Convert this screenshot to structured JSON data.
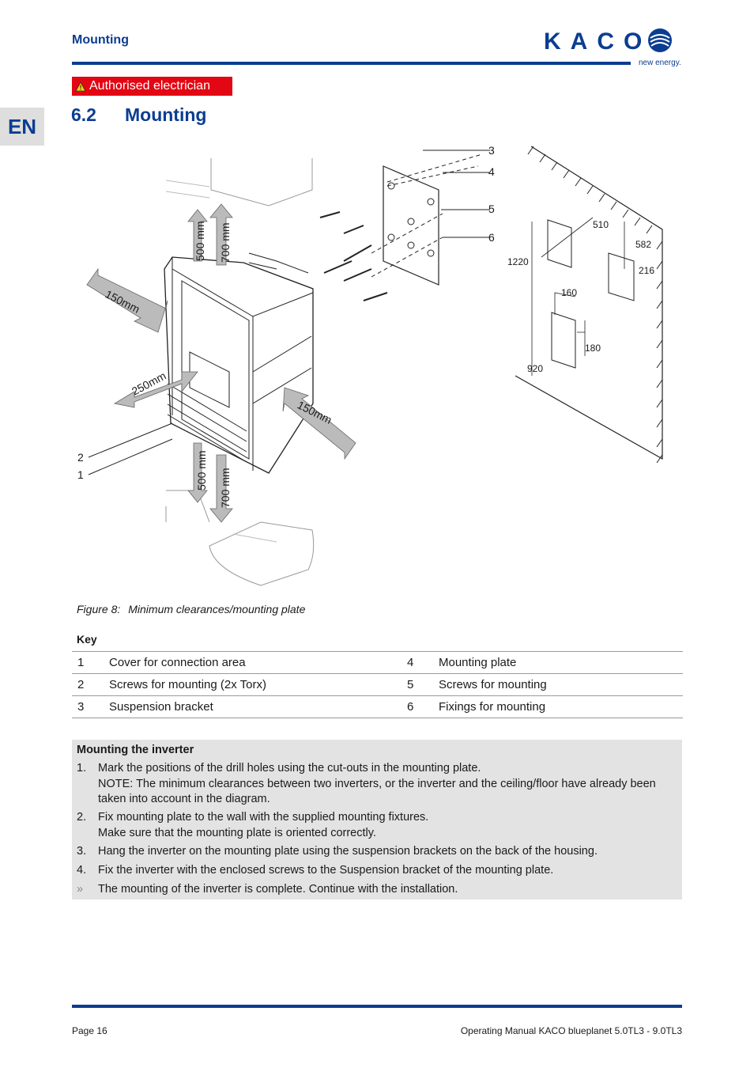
{
  "header": {
    "section": "Mounting",
    "logo_text": "KACO",
    "logo_tagline": "new energy."
  },
  "language_tab": "EN",
  "qualification_badge": "Authorised electrician",
  "section": {
    "number": "6.2",
    "title": "Mounting"
  },
  "figure": {
    "callouts": [
      "1",
      "2",
      "3",
      "4",
      "5",
      "6"
    ],
    "clearances": [
      "150mm",
      "150mm",
      "250mm",
      "500 mm",
      "700 mm",
      "500 mm",
      "700 mm"
    ],
    "dimensions": [
      "1220",
      "510",
      "582",
      "216",
      "160",
      "180",
      "920"
    ],
    "caption_label": "Figure 8:",
    "caption_text": "Minimum clearances/mounting plate"
  },
  "key": {
    "heading": "Key",
    "rows": [
      {
        "left_num": "1",
        "left_text": "Cover for connection area",
        "right_num": "4",
        "right_text": "Mounting plate"
      },
      {
        "left_num": "2",
        "left_text": "Screws for mounting (2x Torx)",
        "right_num": "5",
        "right_text": "Screws for mounting"
      },
      {
        "left_num": "3",
        "left_text": "Suspension bracket",
        "right_num": "6",
        "right_text": "Fixings for mounting"
      }
    ]
  },
  "instructions": {
    "title": "Mounting the inverter",
    "steps": [
      {
        "n": "1.",
        "text": "Mark the positions of the drill holes using the cut-outs in the mounting plate.",
        "note": "NOTE: The minimum clearances between two inverters, or the inverter and the ceiling/floor have already been taken into account in the diagram."
      },
      {
        "n": "2.",
        "text": "Fix mounting plate to the wall with the supplied mounting fixtures.",
        "note": "Make sure that the mounting plate is oriented correctly."
      },
      {
        "n": "3.",
        "text": "Hang the inverter on the mounting plate using the suspension brackets on the back of the housing."
      },
      {
        "n": "4.",
        "text": "Fix the inverter with the enclosed screws to the Suspension bracket of the mounting plate."
      }
    ],
    "result_marker": "»",
    "result_text": "The mounting of the inverter is complete. Continue with the installation."
  },
  "footer": {
    "page": "Page 16",
    "document": "Operating Manual KACO blueplanet 5.0TL3 - 9.0TL3"
  },
  "colors": {
    "brand_blue": "#0b3d91",
    "badge_red": "#e30613",
    "box_grey": "#e3e3e3"
  }
}
